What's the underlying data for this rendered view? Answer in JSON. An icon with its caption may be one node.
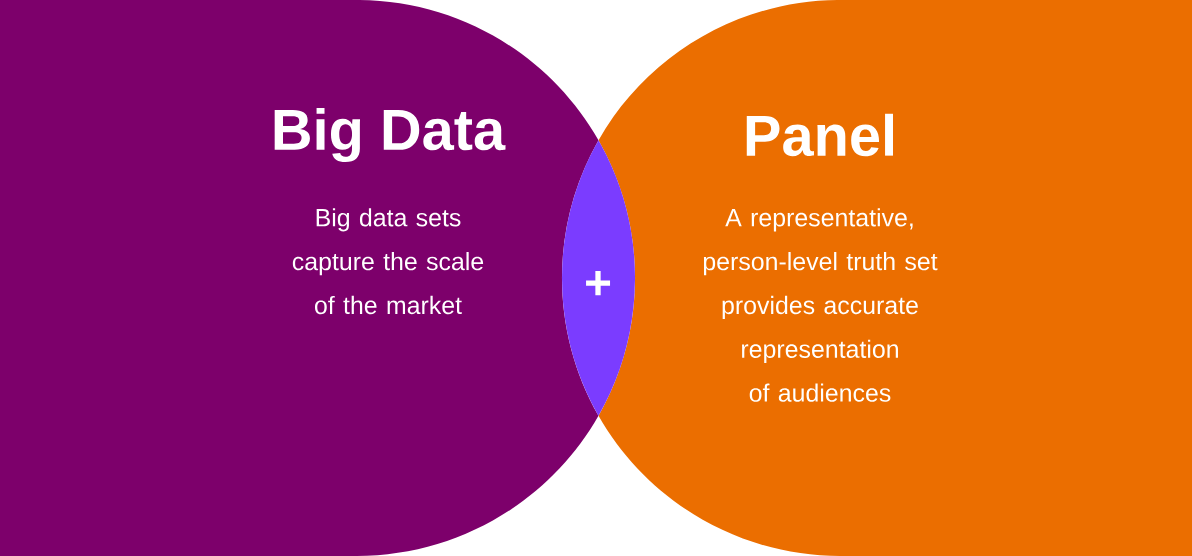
{
  "diagram": {
    "nodes": [
      {
        "text": [
          "Big Data",
          "Big data sets capture the scale of the market"
        ]
      },
      {
        "text": [
          "Panel",
          "A representative, person-level truth set provides accurate representation of audiences"
        ]
      },
      {
        "text": [
          "+"
        ]
      }
    ]
  }
}
